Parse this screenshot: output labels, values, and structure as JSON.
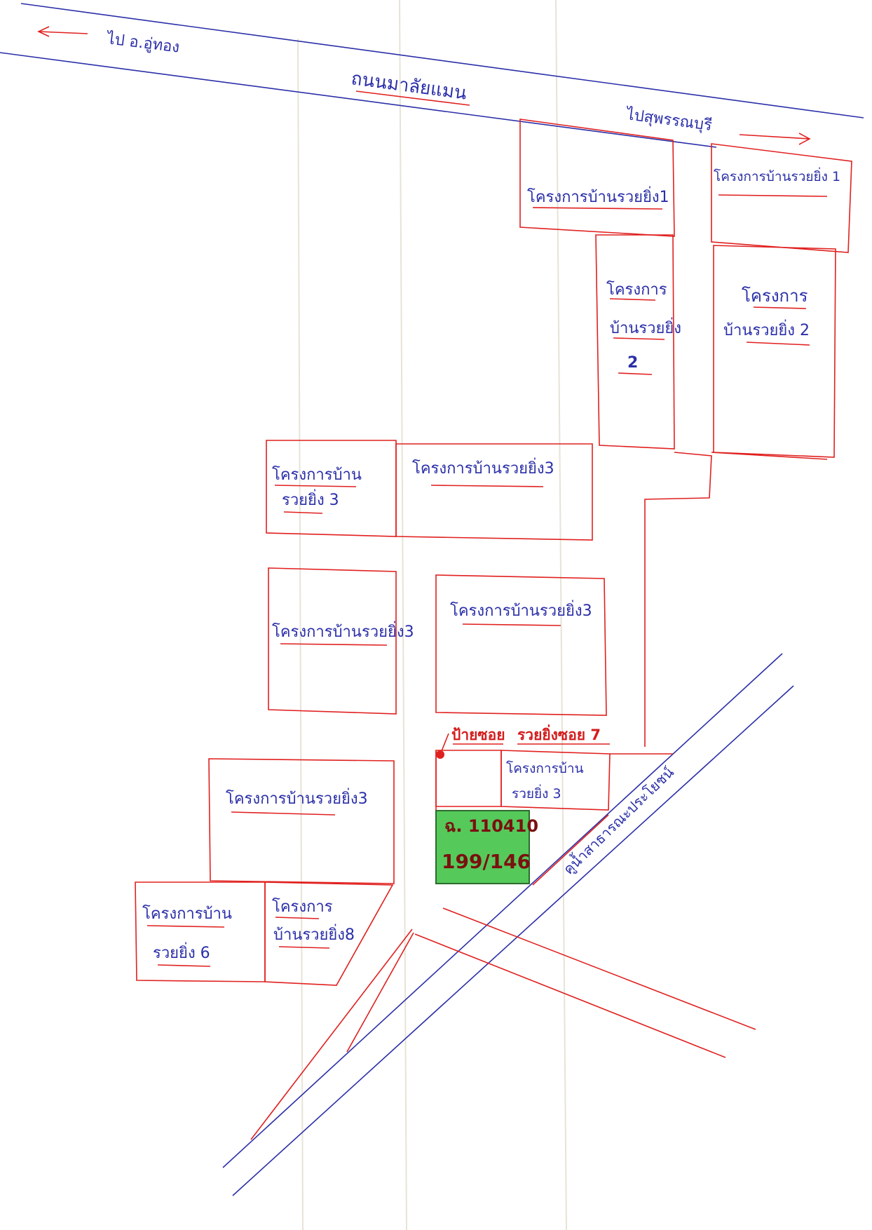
{
  "roads": {
    "main_road": "ถนนมาลัยแมน",
    "to_west": "ไป อ.อู่ทอง",
    "to_east": "ไปสุพรรณบุรี",
    "canal": "คูน้ำสาธารณะประโยชน์"
  },
  "soi": {
    "sign": "ป้ายซอย",
    "name": "รวยยิ่งซอย 7"
  },
  "projects": {
    "p_top_mid": "โครงการบ้านรวยยิ่ง1",
    "p_top_right": "โครงการบ้านรวยยิ่ง 1",
    "p_mid_a_line1": "โครงการ",
    "p_mid_a_line2": "บ้านรวยยิ่ง",
    "p_mid_a_num": "2",
    "p_mid_b_line1": "โครงการ",
    "p_mid_b_line2": "บ้านรวยยิ่ง 2",
    "p_c1_line1": "โครงการบ้าน",
    "p_c1_line2": "รวยยิ่ง 3",
    "p_c2": "โครงการบ้านรวยยิ่ง3",
    "p_d1": "โครงการบ้านรวยยิ่ง3",
    "p_d2": "โครงการบ้านรวยยิ่ง3",
    "p_e1_line1": "โครงการบ้าน",
    "p_e1_line2": "รวยยิ่ง 3",
    "p_f1": "โครงการบ้านรวยยิ่ง3",
    "p_g1_line1": "โครงการบ้าน",
    "p_g1_line2": "รวยยิ่ง 6",
    "p_g2_line1": "โครงการ",
    "p_g2_line2": "บ้านรวยยิ่ง8"
  },
  "plot": {
    "deed": "ฉ. 110410",
    "house_no": "199/146",
    "fill_color": "#55c95a",
    "border_color": "#2d6b2e"
  },
  "colors": {
    "boundary": "#e0201f",
    "road": "#2b2fa8",
    "label": "#2b2fa8"
  }
}
